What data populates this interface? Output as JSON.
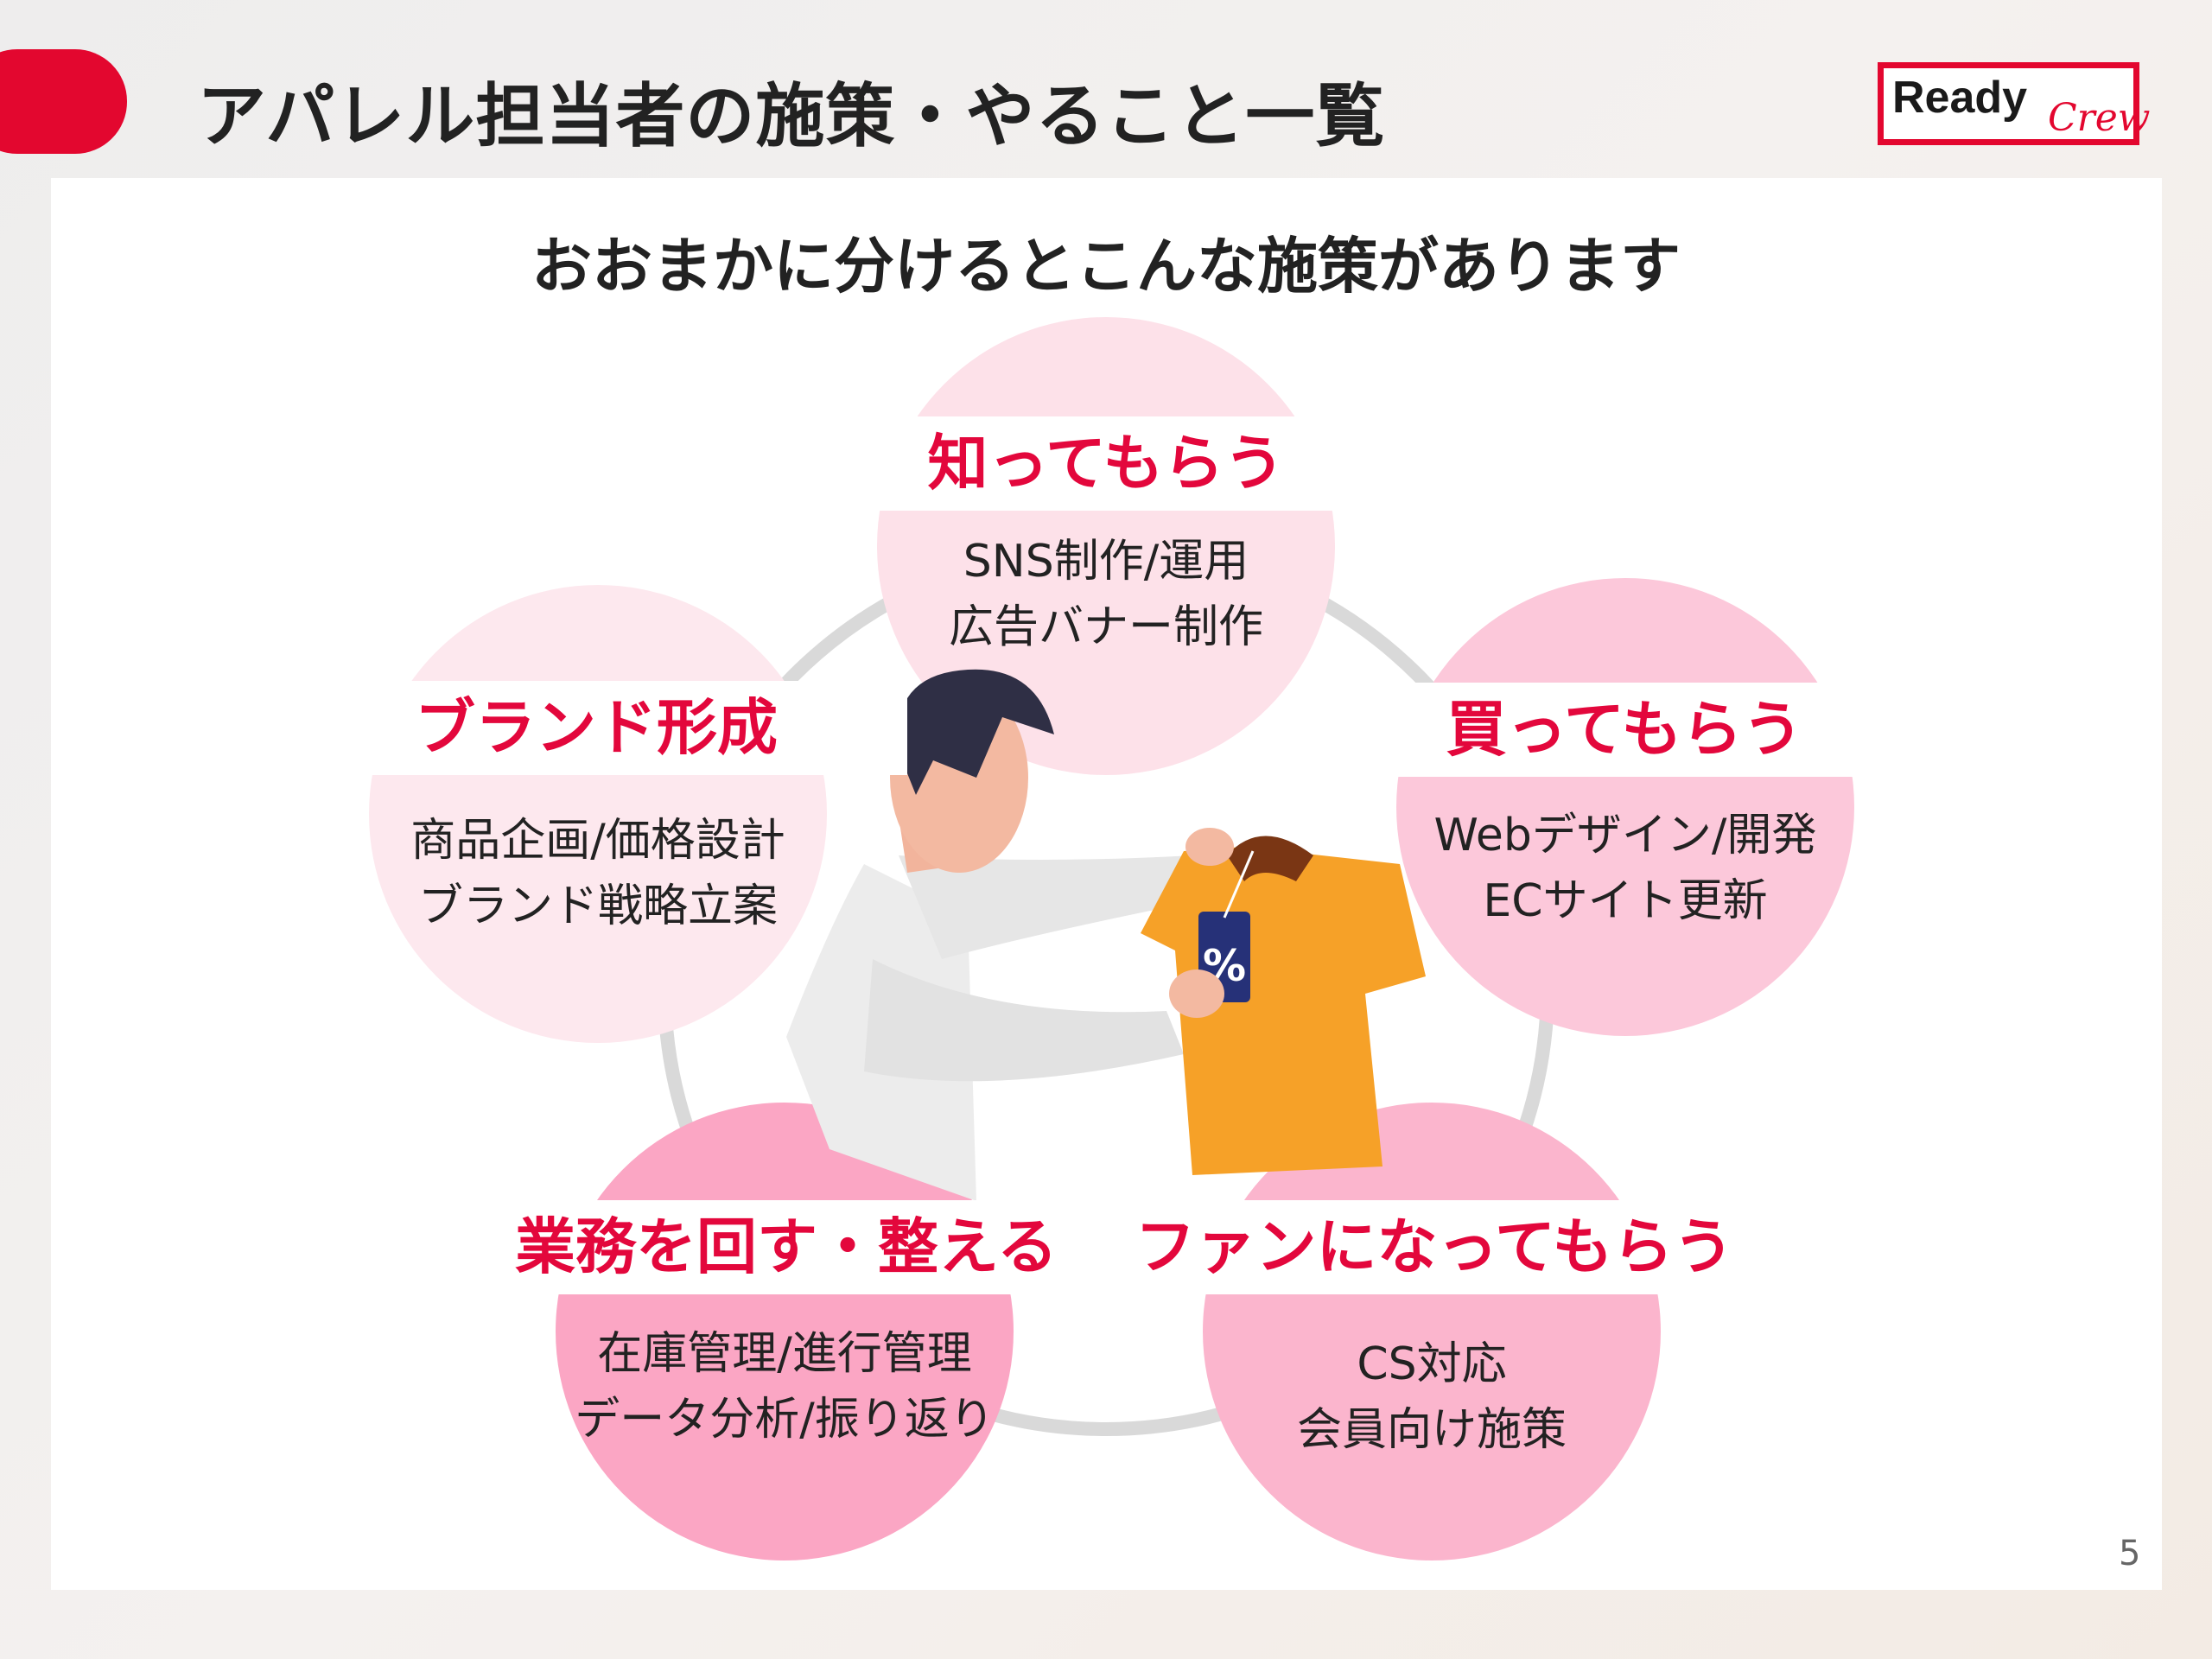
{
  "header": {
    "title": "アパレル担当者の施策・やること一覧",
    "logo_text": "Ready Crew",
    "accent": "#e3072f"
  },
  "subtitle": "おおまかに分けるとこんな施策があります",
  "sections": [
    {
      "label": "知ってもらう",
      "lines": [
        "SNS制作/運用",
        "広告バナー制作"
      ],
      "color": "#fde1e9"
    },
    {
      "label": "買ってもらう",
      "lines": [
        "Webデザイン/開発",
        "ECサイト更新"
      ],
      "color": "#fcc8da"
    },
    {
      "label": "ブランド形成",
      "lines": [
        "商品企画/価格設計",
        "ブランド戦略立案"
      ],
      "color": "#fde8ee"
    },
    {
      "label": "業務を回す・整える",
      "lines": [
        "在庫管理/進行管理",
        "データ分析/振り返り"
      ],
      "color": "#fba6c4"
    },
    {
      "label": "ファンになってもらう",
      "lines": [
        "CS対応",
        "会員向け施策"
      ],
      "color": "#fbb5cd"
    }
  ],
  "illustration": {
    "tag_text": "%"
  },
  "page_number": "5"
}
